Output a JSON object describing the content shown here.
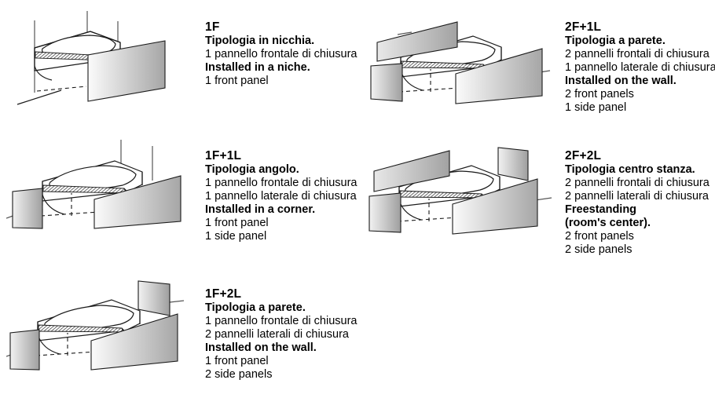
{
  "page": {
    "background_color": "#ffffff",
    "text_color": "#000000",
    "panel_gradient_from": "#fbfbfb",
    "panel_gradient_to": "#a6a6a6",
    "outline_color": "#1a1a1a"
  },
  "configurations": [
    {
      "code": "1F",
      "type_it": "Tipologia in nicchia.",
      "details_it": [
        "1 pannello frontale di chiusura"
      ],
      "type_en": "Installed in a niche.",
      "details_en": [
        "1 front panel"
      ],
      "front_panels": 1,
      "side_panels": 0
    },
    {
      "code": "1F+1L",
      "type_it": "Tipologia angolo.",
      "details_it": [
        "1 pannello frontale di chiusura",
        "1 pannello laterale di chiusura"
      ],
      "type_en": "Installed in a corner.",
      "details_en": [
        "1 front panel",
        "1 side panel"
      ],
      "front_panels": 1,
      "side_panels": 1
    },
    {
      "code": "1F+2L",
      "type_it": "Tipologia a parete.",
      "details_it": [
        "1 pannello frontale di chiusura",
        "2 pannelli laterali di chiusura"
      ],
      "type_en": "Installed on the wall.",
      "details_en": [
        "1 front panel",
        "2 side panels"
      ],
      "front_panels": 1,
      "side_panels": 2
    },
    {
      "code": "2F+1L",
      "type_it": "Tipologia a parete.",
      "details_it": [
        "2 pannelli frontali di chiusura",
        "1 pannello laterale di chiusura"
      ],
      "type_en": "Installed on the wall.",
      "details_en": [
        "2 front panels",
        "1 side panel"
      ],
      "front_panels": 2,
      "side_panels": 1
    },
    {
      "code": "2F+2L",
      "type_it": "Tipologia centro stanza.",
      "details_it": [
        "2 pannelli frontali di chiusura",
        "2 pannelli laterali di chiusura"
      ],
      "type_en": "Freestanding",
      "type_en_line2": "(room's center).",
      "details_en": [
        "2 front panels",
        "2 side panels"
      ],
      "front_panels": 2,
      "side_panels": 2
    }
  ]
}
